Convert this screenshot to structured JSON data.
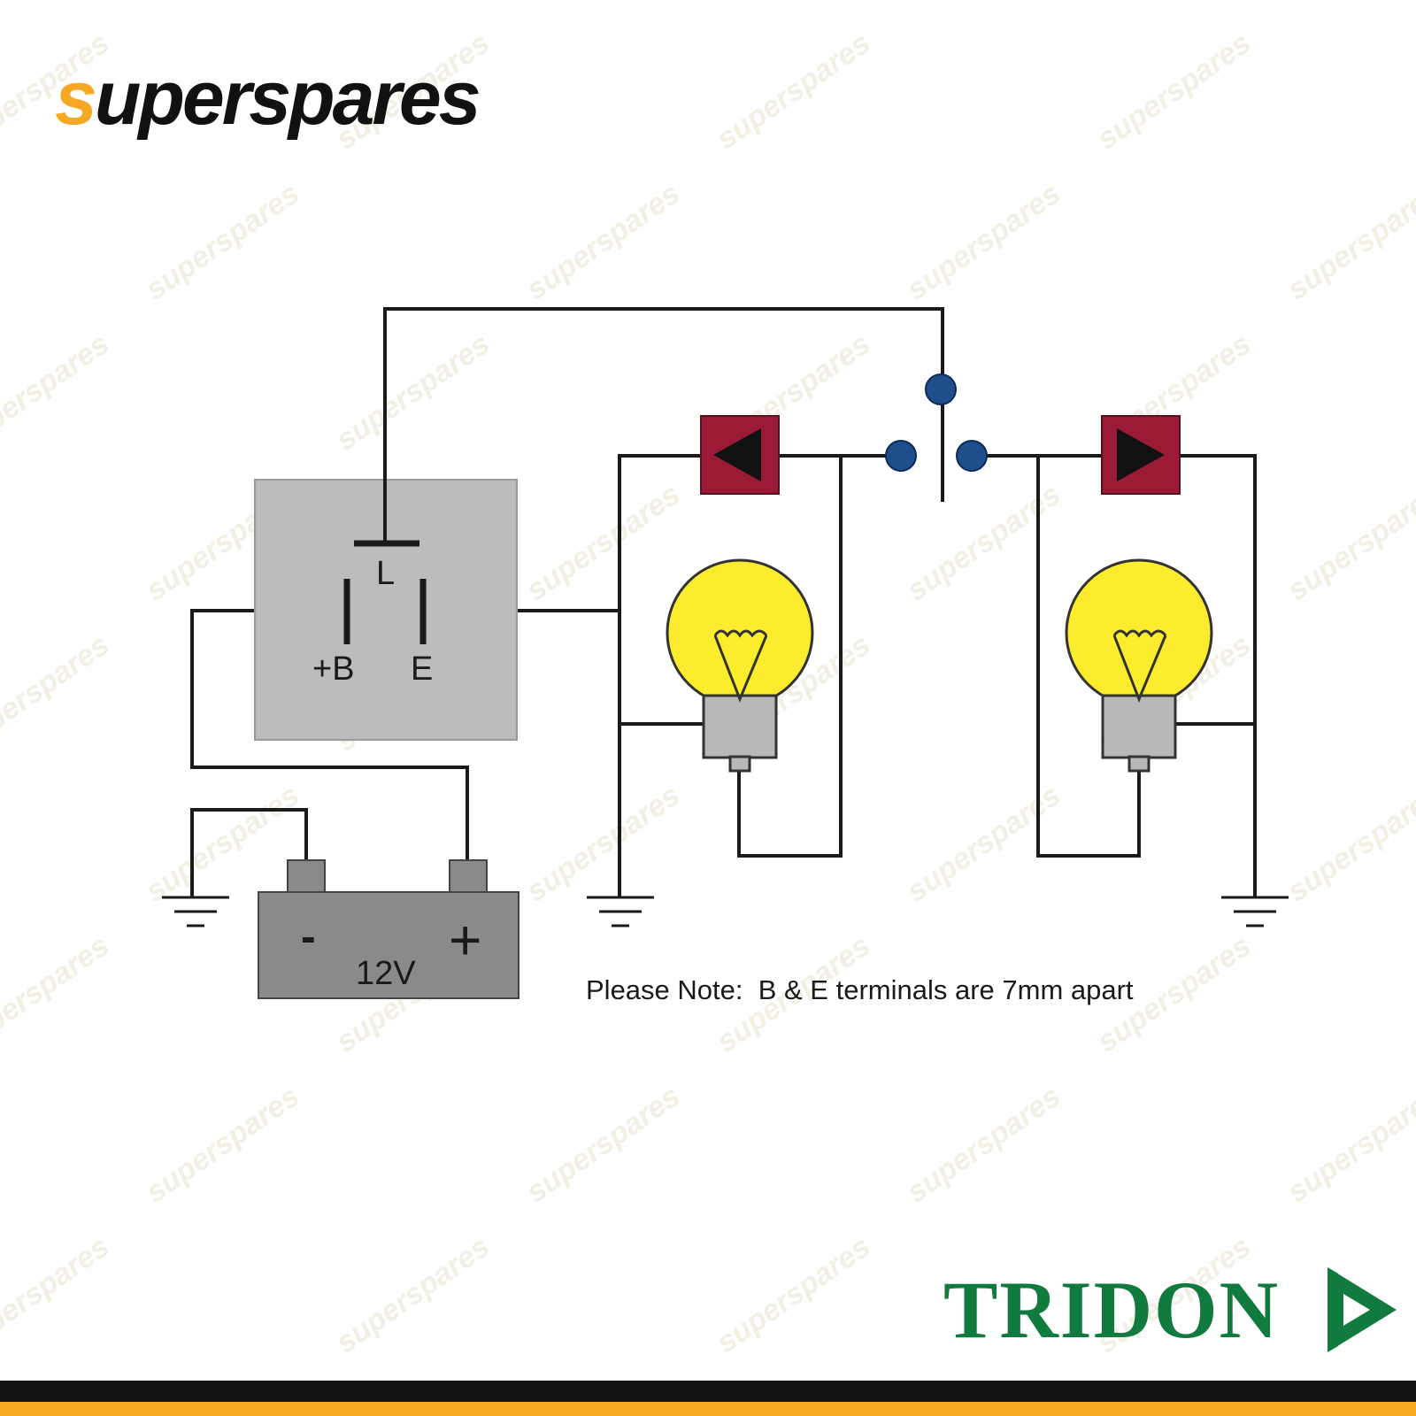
{
  "brand": {
    "logo_text": "superspares",
    "logo_first_letter": "s",
    "logo_rest": "uperspares",
    "watermark_text": "superspares",
    "partner_logo_text": "TRIDON",
    "colors": {
      "orange": "#f7a823",
      "black": "#111111",
      "tridon_green": "#117a3e"
    }
  },
  "diagram": {
    "flasher_terminals": {
      "l": "L",
      "b": "+B",
      "e": "E"
    },
    "battery": {
      "voltage": "12V",
      "minus": "-",
      "plus": "+"
    },
    "note": "Please Note:  B & E terminals are 7mm apart",
    "icons": [
      "arrow-left-indicator-icon",
      "arrow-right-indicator-icon",
      "bulb-icon",
      "ground-icon",
      "switch-icon"
    ],
    "colors": {
      "wire": "#1a1a1a",
      "flasher_box": "#bcbcbe",
      "indicator": "#9b1a35",
      "bulb_glass": "#fbed2d",
      "bulb_base": "#b8b8b8",
      "switch_contact": "#1f4e8c",
      "battery": "#8a8a8a"
    }
  }
}
